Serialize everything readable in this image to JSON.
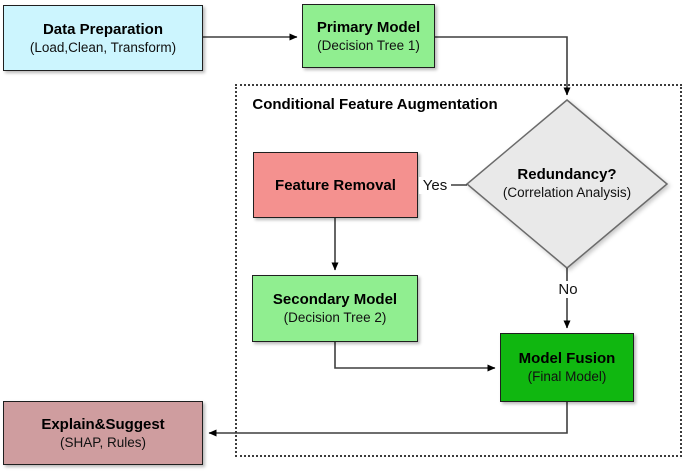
{
  "diagram": {
    "container": {
      "label": "Conditional Feature Augmentation"
    },
    "nodes": {
      "data_preparation": {
        "title": "Data Preparation",
        "subtitle": "(Load,Clean, Transform)",
        "shape": "rect",
        "fill": "#CCF5FE"
      },
      "primary_model": {
        "title": "Primary Model",
        "subtitle": "(Decision Tree 1)",
        "shape": "rect",
        "fill": "#90EE90"
      },
      "redundancy": {
        "title": "Redundancy?",
        "subtitle": "(Correlation Analysis)",
        "shape": "diamond",
        "fill": "#E9E9E9"
      },
      "feature_removal": {
        "title": "Feature Removal",
        "subtitle": "",
        "shape": "rect",
        "fill": "#F4918F"
      },
      "secondary_model": {
        "title": "Secondary Model",
        "subtitle": "(Decision Tree 2)",
        "shape": "rect",
        "fill": "#90EE90"
      },
      "model_fusion": {
        "title": "Model Fusion",
        "subtitle": "(Final Model)",
        "shape": "rect",
        "fill": "#10B710"
      },
      "explain_suggest": {
        "title": "Explain&Suggest",
        "subtitle": "(SHAP, Rules)",
        "shape": "rect",
        "fill": "#CF9D9F"
      }
    },
    "edges": [
      {
        "from": "data_preparation",
        "to": "primary_model",
        "label": ""
      },
      {
        "from": "primary_model",
        "to": "redundancy",
        "label": ""
      },
      {
        "from": "redundancy",
        "to": "feature_removal",
        "label": "Yes"
      },
      {
        "from": "feature_removal",
        "to": "secondary_model",
        "label": ""
      },
      {
        "from": "secondary_model",
        "to": "model_fusion",
        "label": ""
      },
      {
        "from": "redundancy",
        "to": "model_fusion",
        "label": "No"
      },
      {
        "from": "model_fusion",
        "to": "explain_suggest",
        "label": ""
      }
    ],
    "colors": {
      "line": "#3f3f3f",
      "arrowhead": "#000000",
      "box_border": "#1f1f1f",
      "diamond_border": "#6b6b6b",
      "container_border": "#3c3c3c",
      "background": "#ffffff"
    }
  }
}
